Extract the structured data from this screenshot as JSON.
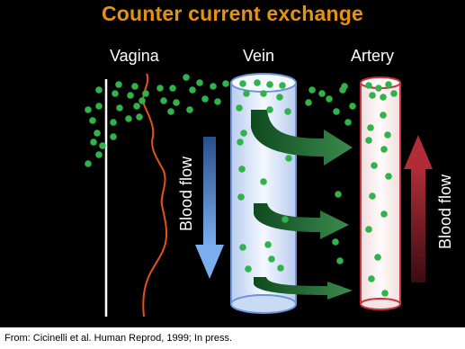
{
  "slide": {
    "title": "Counter current exchange",
    "labels": {
      "vagina": "Vagina",
      "vein": "Vein",
      "artery": "Artery"
    },
    "flow_labels": {
      "vein": "Blood flow",
      "artery": "Blood flow"
    },
    "footer": "From: Cicinelli et al. Human Reprod, 1999; In press."
  },
  "colors": {
    "title": "#e39314",
    "background": "#000000",
    "molecule": "#2fb34a",
    "vein_tube": "#ddeaff",
    "artery_tube": "#fbf0f0",
    "artery_outline": "#c8323c",
    "vein_arrow": "#4a86d0",
    "artery_arrow": "#8e1f2a",
    "transfer_arrow": "#1d6b2e",
    "wavy_line": "#e8501a"
  },
  "icons": [
    "downward-arrow-icon",
    "upward-arrow-icon",
    "transfer-arrow-icon"
  ]
}
